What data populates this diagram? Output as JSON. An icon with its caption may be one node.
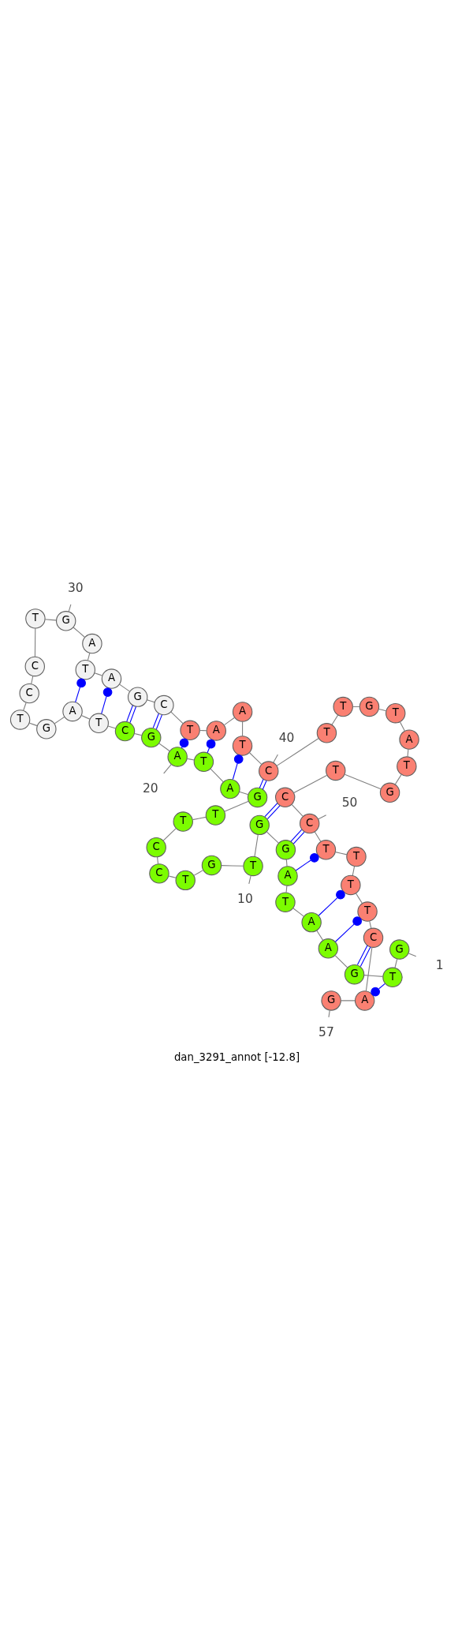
{
  "diagram": {
    "caption": "dan_3291_annot [-12.8]",
    "nodes": [
      {
        "text": [
          "G"
        ]
      },
      {
        "text": [
          "T"
        ]
      },
      {
        "text": [
          "G"
        ]
      },
      {
        "text": [
          "A"
        ]
      },
      {
        "text": [
          "A"
        ]
      },
      {
        "text": [
          "T"
        ]
      },
      {
        "text": [
          "A"
        ]
      },
      {
        "text": [
          "G"
        ]
      },
      {
        "text": [
          "G"
        ]
      },
      {
        "text": [
          "T"
        ]
      },
      {
        "text": [
          "G"
        ]
      },
      {
        "text": [
          "T"
        ]
      },
      {
        "text": [
          "C"
        ]
      },
      {
        "text": [
          "C"
        ]
      },
      {
        "text": [
          "T"
        ]
      },
      {
        "text": [
          "T"
        ]
      },
      {
        "text": [
          "G"
        ]
      },
      {
        "text": [
          "A"
        ]
      },
      {
        "text": [
          "T"
        ]
      },
      {
        "text": [
          "A"
        ]
      },
      {
        "text": [
          "G"
        ]
      },
      {
        "text": [
          "C"
        ]
      },
      {
        "text": [
          "T"
        ]
      },
      {
        "text": [
          "A"
        ]
      },
      {
        "text": [
          "G"
        ]
      },
      {
        "text": [
          "T"
        ]
      },
      {
        "text": [
          "C"
        ]
      },
      {
        "text": [
          "C"
        ]
      },
      {
        "text": [
          "T"
        ]
      },
      {
        "text": [
          "G"
        ]
      },
      {
        "text": [
          "A"
        ]
      },
      {
        "text": [
          "T"
        ]
      },
      {
        "text": [
          "A"
        ]
      },
      {
        "text": [
          "G"
        ]
      },
      {
        "text": [
          "C"
        ]
      },
      {
        "text": [
          "T"
        ]
      },
      {
        "text": [
          "A"
        ]
      },
      {
        "text": [
          "A"
        ]
      },
      {
        "text": [
          "T"
        ]
      },
      {
        "text": [
          "C"
        ]
      },
      {
        "text": [
          "T"
        ]
      },
      {
        "text": [
          "T"
        ]
      },
      {
        "text": [
          "G"
        ]
      },
      {
        "text": [
          "T"
        ]
      },
      {
        "text": [
          "A"
        ]
      },
      {
        "text": [
          "T"
        ]
      },
      {
        "text": [
          "G"
        ]
      },
      {
        "text": [
          "T"
        ]
      },
      {
        "text": [
          "C"
        ]
      },
      {
        "text": [
          "C"
        ]
      },
      {
        "text": [
          "T"
        ]
      },
      {
        "text": [
          "T"
        ]
      },
      {
        "text": [
          "T"
        ]
      },
      {
        "text": [
          "T"
        ]
      },
      {
        "text": [
          "C"
        ]
      },
      {
        "text": [
          "A"
        ]
      },
      {
        "text": [
          "G"
        ]
      },
      {
        "text": [
          "1"
        ]
      },
      {
        "text": [
          "10"
        ]
      },
      {
        "text": [
          "20"
        ]
      },
      {
        "text": [
          "30"
        ]
      },
      {
        "text": [
          "40"
        ]
      },
      {
        "text": [
          "50"
        ]
      },
      {
        "text": [
          "57"
        ]
      }
    ],
    "edges": [
      {
        "from": 0,
        "to": 1,
        "arrow": "none"
      },
      {
        "from": 1,
        "to": 2,
        "arrow": "none"
      },
      {
        "from": 2,
        "to": 3,
        "arrow": "none"
      },
      {
        "from": 3,
        "to": 4,
        "arrow": "none"
      },
      {
        "from": 4,
        "to": 5,
        "arrow": "none"
      },
      {
        "from": 5,
        "to": 6,
        "arrow": "none"
      },
      {
        "from": 6,
        "to": 7,
        "arrow": "none"
      },
      {
        "from": 7,
        "to": 8,
        "arrow": "none"
      },
      {
        "from": 8,
        "to": 9,
        "arrow": "none"
      },
      {
        "from": 9,
        "to": 10,
        "arrow": "none"
      },
      {
        "from": 10,
        "to": 11,
        "arrow": "none"
      },
      {
        "from": 11,
        "to": 12,
        "arrow": "none"
      },
      {
        "from": 12,
        "to": 13,
        "arrow": "none"
      },
      {
        "from": 13,
        "to": 14,
        "arrow": "none"
      },
      {
        "from": 14,
        "to": 15,
        "arrow": "none"
      },
      {
        "from": 15,
        "to": 16,
        "arrow": "none"
      },
      {
        "from": 16,
        "to": 17,
        "arrow": "none"
      },
      {
        "from": 17,
        "to": 18,
        "arrow": "none"
      },
      {
        "from": 18,
        "to": 19,
        "arrow": "none"
      },
      {
        "from": 19,
        "to": 20,
        "arrow": "none"
      },
      {
        "from": 20,
        "to": 21,
        "arrow": "none"
      },
      {
        "from": 21,
        "to": 22,
        "arrow": "none"
      },
      {
        "from": 22,
        "to": 23,
        "arrow": "none"
      },
      {
        "from": 23,
        "to": 24,
        "arrow": "none"
      },
      {
        "from": 24,
        "to": 25,
        "arrow": "none"
      },
      {
        "from": 25,
        "to": 26,
        "arrow": "none"
      },
      {
        "from": 26,
        "to": 27,
        "arrow": "none"
      },
      {
        "from": 27,
        "to": 28,
        "arrow": "none"
      },
      {
        "from": 28,
        "to": 29,
        "arrow": "none"
      },
      {
        "from": 29,
        "to": 30,
        "arrow": "none"
      },
      {
        "from": 30,
        "to": 31,
        "arrow": "none"
      },
      {
        "from": 31,
        "to": 32,
        "arrow": "none"
      },
      {
        "from": 32,
        "to": 33,
        "arrow": "none"
      },
      {
        "from": 33,
        "to": 34,
        "arrow": "none"
      },
      {
        "from": 34,
        "to": 35,
        "arrow": "none"
      },
      {
        "from": 35,
        "to": 36,
        "arrow": "none"
      },
      {
        "from": 36,
        "to": 37,
        "arrow": "none"
      },
      {
        "from": 37,
        "to": 38,
        "arrow": "none"
      },
      {
        "from": 38,
        "to": 39,
        "arrow": "none"
      },
      {
        "from": 39,
        "to": 40,
        "arrow": "none"
      },
      {
        "from": 40,
        "to": 41,
        "arrow": "none"
      },
      {
        "from": 41,
        "to": 42,
        "arrow": "none"
      },
      {
        "from": 42,
        "to": 43,
        "arrow": "none"
      },
      {
        "from": 43,
        "to": 44,
        "arrow": "none"
      },
      {
        "from": 44,
        "to": 45,
        "arrow": "none"
      },
      {
        "from": 45,
        "to": 46,
        "arrow": "none"
      },
      {
        "from": 46,
        "to": 47,
        "arrow": "none"
      },
      {
        "from": 47,
        "to": 48,
        "arrow": "none"
      },
      {
        "from": 48,
        "to": 49,
        "arrow": "none"
      },
      {
        "from": 49,
        "to": 50,
        "arrow": "none"
      },
      {
        "from": 50,
        "to": 51,
        "arrow": "none"
      },
      {
        "from": 51,
        "to": 52,
        "arrow": "none"
      },
      {
        "from": 52,
        "to": 53,
        "arrow": "none"
      },
      {
        "from": 53,
        "to": 54,
        "arrow": "none"
      },
      {
        "from": 54,
        "to": 55,
        "arrow": "none"
      },
      {
        "from": 55,
        "to": 56,
        "arrow": "none"
      },
      {
        "from": 23,
        "to": 31,
        "arrow": "other",
        "color": "#0000ff"
      },
      {
        "from": 22,
        "to": 32,
        "arrow": "other",
        "color": "#0000ff"
      },
      {
        "from": 21,
        "to": 33,
        "arrow": "none",
        "color": "#0000ff"
      },
      {
        "from": 20,
        "to": 34,
        "arrow": "none",
        "color": "#0000ff"
      },
      {
        "from": 19,
        "to": 35,
        "arrow": "other",
        "color": "#0000ff"
      },
      {
        "from": 18,
        "to": 36,
        "arrow": "other",
        "color": "#0000ff"
      },
      {
        "from": 17,
        "to": 38,
        "arrow": "other",
        "color": "#0000ff"
      },
      {
        "from": 16,
        "to": 39,
        "arrow": "none",
        "color": "#0000ff"
      },
      {
        "from": 8,
        "to": 48,
        "arrow": "none",
        "color": "#0000ff"
      },
      {
        "from": 7,
        "to": 49,
        "arrow": "none",
        "color": "#0000ff"
      },
      {
        "from": 6,
        "to": 50,
        "arrow": "other",
        "color": "#0000ff"
      },
      {
        "from": 4,
        "to": 52,
        "arrow": "other",
        "color": "#0000ff"
      },
      {
        "from": 3,
        "to": 53,
        "arrow": "other",
        "color": "#0000ff"
      },
      {
        "from": 2,
        "to": 54,
        "arrow": "none",
        "color": "#0000ff"
      },
      {
        "from": 1,
        "to": 55,
        "arrow": "other",
        "color": "#0000ff"
      },
      {
        "from": 57,
        "to": 0,
        "arrow": "none"
      },
      {
        "from": 58,
        "to": 9,
        "arrow": "none"
      },
      {
        "from": 59,
        "to": 19,
        "arrow": "none"
      },
      {
        "from": 60,
        "to": 29,
        "arrow": "none"
      },
      {
        "from": 61,
        "to": 39,
        "arrow": "none"
      },
      {
        "from": 62,
        "to": 49,
        "arrow": "none"
      },
      {
        "from": 63,
        "to": 56,
        "arrow": "none"
      }
    ]
  }
}
